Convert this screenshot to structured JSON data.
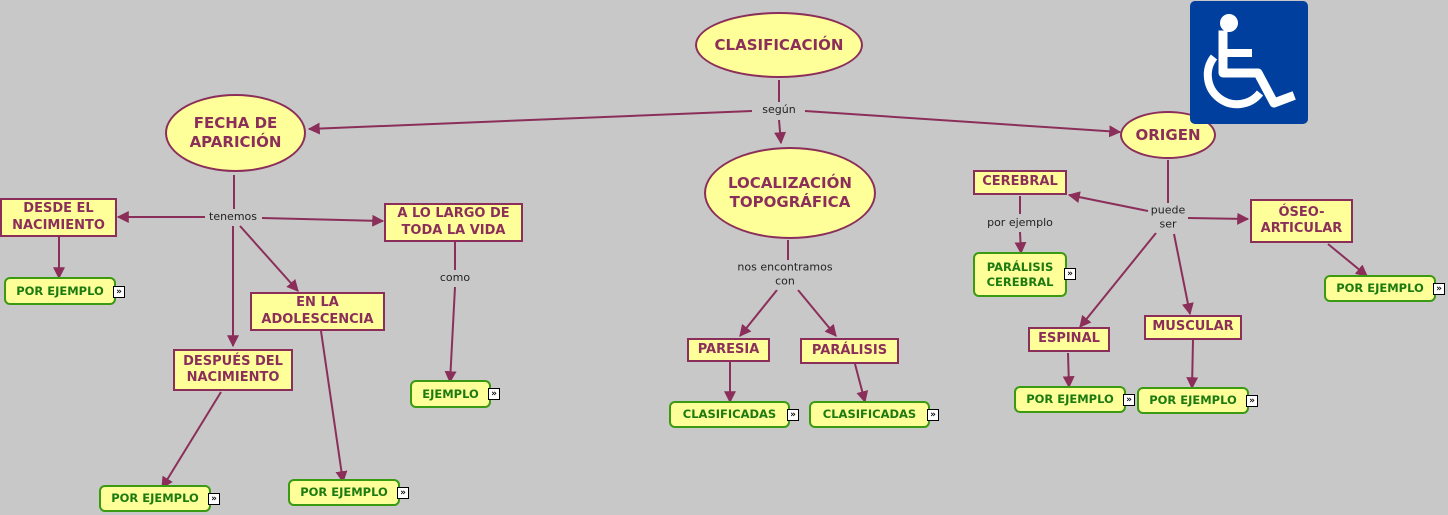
{
  "nodes": {
    "clasificacion": "CLASIFICACIÓN",
    "fecha": "FECHA DE\nAPARICIÓN",
    "localizacion": "LOCALIZACIÓN\nTOPOGRÁFICA",
    "origen": "ORIGEN",
    "desde": "DESDE EL\nNACIMIENTO",
    "alargo": "A LO LARGO DE\nTODA LA VIDA",
    "adolescencia": "EN LA\nADOLESCENCIA",
    "despues": "DESPUÉS DEL\nNACIMIENTO",
    "paresia": "PARESIA",
    "paralisis": "PARÁLISIS",
    "cerebral": "CEREBRAL",
    "oseo": "ÓSEO-\nARTICULAR",
    "espinal": "ESPINAL",
    "muscular": "MUSCULAR"
  },
  "resources": {
    "desde_ej": "POR EJEMPLO",
    "alargo_ej": "EJEMPLO",
    "despues_ej": "POR EJEMPLO",
    "adol_ej": "POR EJEMPLO",
    "paresia_cl": "CLASIFICADAS",
    "paralisis_cl": "CLASIFICADAS",
    "cerebral_pc": "PARÁLISIS\nCEREBRAL",
    "oseo_ej": "POR EJEMPLO",
    "espinal_ej": "POR EJEMPLO",
    "muscular_ej": "POR EJEMPLO"
  },
  "links": {
    "segun": "según",
    "tenemos": "tenemos",
    "como": "como",
    "nos_encontramos": "nos encontramos\ncon",
    "por_ejemplo": "por ejemplo",
    "puede_ser": "puede\nser"
  },
  "icons": {
    "more": "more-resources-icon",
    "logo": "wheelchair-icon"
  },
  "colors": {
    "background": "#c8c8c8",
    "node_fill": "#ffff99",
    "node_border": "#8b2f5a",
    "resource_border": "#3a9a12",
    "logo_bg": "#003f9e"
  }
}
